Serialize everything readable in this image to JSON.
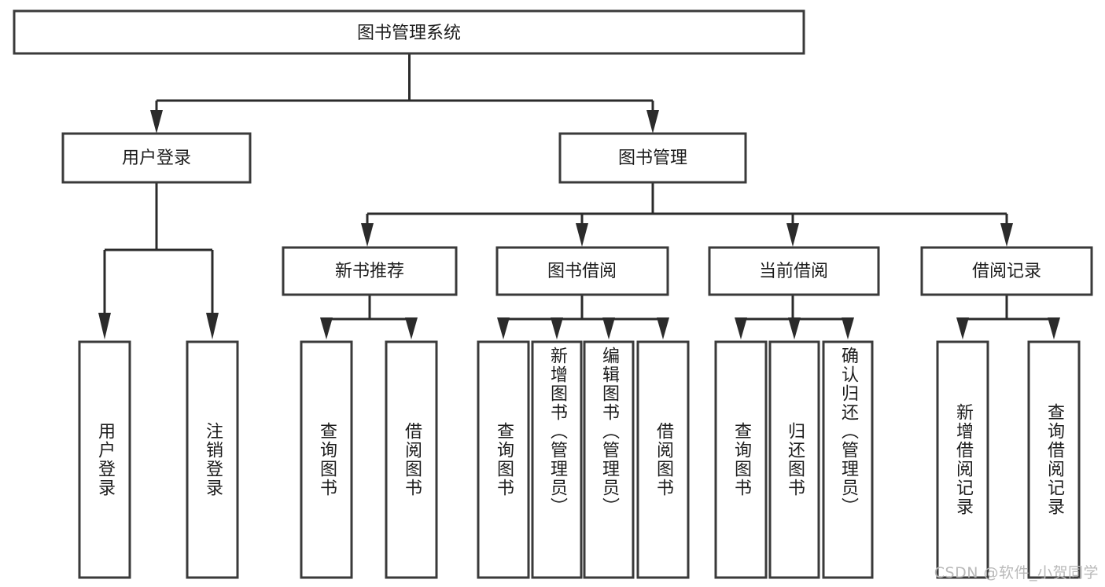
{
  "diagram": {
    "type": "tree-flowchart",
    "title_node": {
      "label": "图书管理系统"
    },
    "level2": [
      {
        "id": "user-login",
        "label": "用户登录"
      },
      {
        "id": "book-manage",
        "label": "图书管理"
      }
    ],
    "level3": [
      {
        "id": "new-book-recommend",
        "label": "新书推荐"
      },
      {
        "id": "book-borrow",
        "label": "图书借阅"
      },
      {
        "id": "current-borrow",
        "label": "当前借阅"
      },
      {
        "id": "borrow-record",
        "label": "借阅记录"
      }
    ],
    "leaves": {
      "user_login": [
        {
          "id": "leaf-user-login",
          "label": "用户登录"
        },
        {
          "id": "leaf-logout-login",
          "label": "注销登录"
        }
      ],
      "new_book_recommend": [
        {
          "id": "leaf-query-book-1",
          "label": "查询图书"
        },
        {
          "id": "leaf-borrow-book-1",
          "label": "借阅图书"
        }
      ],
      "book_borrow": [
        {
          "id": "leaf-query-book-2",
          "label": "查询图书"
        },
        {
          "id": "leaf-add-book",
          "label": "新增图书（管理员）"
        },
        {
          "id": "leaf-edit-book",
          "label": "编辑图书（管理员）"
        },
        {
          "id": "leaf-borrow-book-2",
          "label": "借阅图书"
        }
      ],
      "current_borrow": [
        {
          "id": "leaf-query-book-3",
          "label": "查询图书"
        },
        {
          "id": "leaf-return-book",
          "label": "归还图书"
        },
        {
          "id": "leaf-confirm-return",
          "label": "确认归还（管理员）"
        }
      ],
      "borrow_record": [
        {
          "id": "leaf-add-record",
          "label": "新增借阅记录"
        },
        {
          "id": "leaf-query-record",
          "label": "查询借阅记录"
        }
      ]
    }
  },
  "watermark": {
    "text": "CSDN @软件_小贺同学"
  },
  "colors": {
    "box_stroke": "#3a3a3a",
    "connector": "#2b2b2b",
    "text": "#1d1d1d",
    "background": "#ffffff",
    "watermark": "#b9b9b9"
  }
}
